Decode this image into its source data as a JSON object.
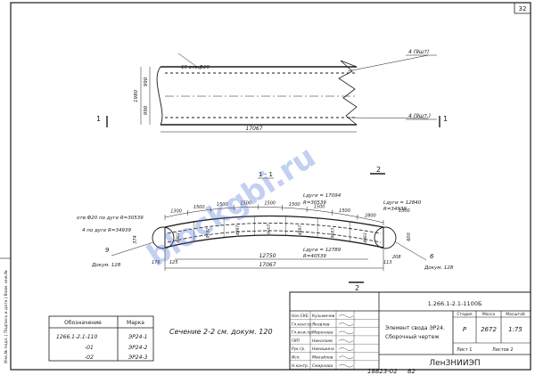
{
  "sheet": {
    "number": "32",
    "doc_code": "1.266.1-2.1-1100Б",
    "org": "ЛенЗНИИЭП",
    "bottom_code": "18823-02",
    "bottom_suffix": "82"
  },
  "watermark": {
    "text": "blockgbi.ru"
  },
  "plan": {
    "callout_top": "4 (9шт)",
    "callout_bottom": "4 (9шт.)",
    "note": "15 отв.Ф20",
    "dim_left_outer": "1980",
    "dim_left_inner": "990",
    "dim_left_lower": "990",
    "length": "17067",
    "section_mark": "1"
  },
  "elevation": {
    "title": "1 - 1",
    "section_mark": "2",
    "top_chain": [
      "1300",
      "1500",
      "1500",
      "1500",
      "1500",
      "1500",
      "1500",
      "1500",
      "2800"
    ],
    "top_end": "1300",
    "left_label_1": "отв.Ф20 по дуге R=30539",
    "left_label_2": "4  по дуге R=34939",
    "inner_label_1": "Lдуги = 17094",
    "inner_label_2": "R=30539",
    "right_label_1": "Lдуги = 12840",
    "right_label_2": "R=34939",
    "inner_arc_1": "Lдуги = 12789",
    "inner_arc_2": "R=40539",
    "left_end": "Докум. 128",
    "right_end": "Докум. 128",
    "mark_left": "9",
    "mark_right": "6",
    "bottom_dim": "12750",
    "length": "17067",
    "left_vert": "374",
    "right_vert": "600",
    "left_corner": "176",
    "right_corner": "113",
    "left_small": "125",
    "right_small": "208",
    "chords": [
      "4983",
      "9092",
      "4997",
      "9007",
      "4997",
      "9083",
      "4983"
    ]
  },
  "spec": {
    "headers": {
      "designation": "Обозначение",
      "mark": "Марка"
    },
    "rows": [
      {
        "designation": "1266.1-2.1-110",
        "mark": "ЭР24-1"
      },
      {
        "designation": "-01",
        "mark": "ЭР24-2"
      },
      {
        "designation": "-02",
        "mark": "ЭР24-3"
      }
    ]
  },
  "section_note": "Сечение 2-2 см. докум. 120",
  "side_strip": "Инв.№ подл. | Подпись и дата | Взам. инв.№",
  "title_block": {
    "roles": [
      {
        "role": "Нач.СКБ",
        "name": "Кузьмичев"
      },
      {
        "role": "Гл.констр.",
        "name": "Яковлев"
      },
      {
        "role": "Гл.инж.пр.",
        "name": "Миронова"
      },
      {
        "role": "ГИП",
        "name": "Николаев"
      },
      {
        "role": "Рук.гр.",
        "name": "Никишина"
      },
      {
        "role": "Исп.",
        "name": "Михайлов"
      },
      {
        "role": "Н.контр.",
        "name": "Смирнова"
      }
    ],
    "description_1": "Элемент свода ЭР24.",
    "description_2": "Сборочный чертеж",
    "stage_label": "Стадия",
    "mass_label": "Масса",
    "scale_label": "Масштаб",
    "stage": "Р",
    "mass": "2672",
    "scale": "1:75",
    "sheet_label": "Лист 1",
    "sheets_label": "Листов 2"
  }
}
